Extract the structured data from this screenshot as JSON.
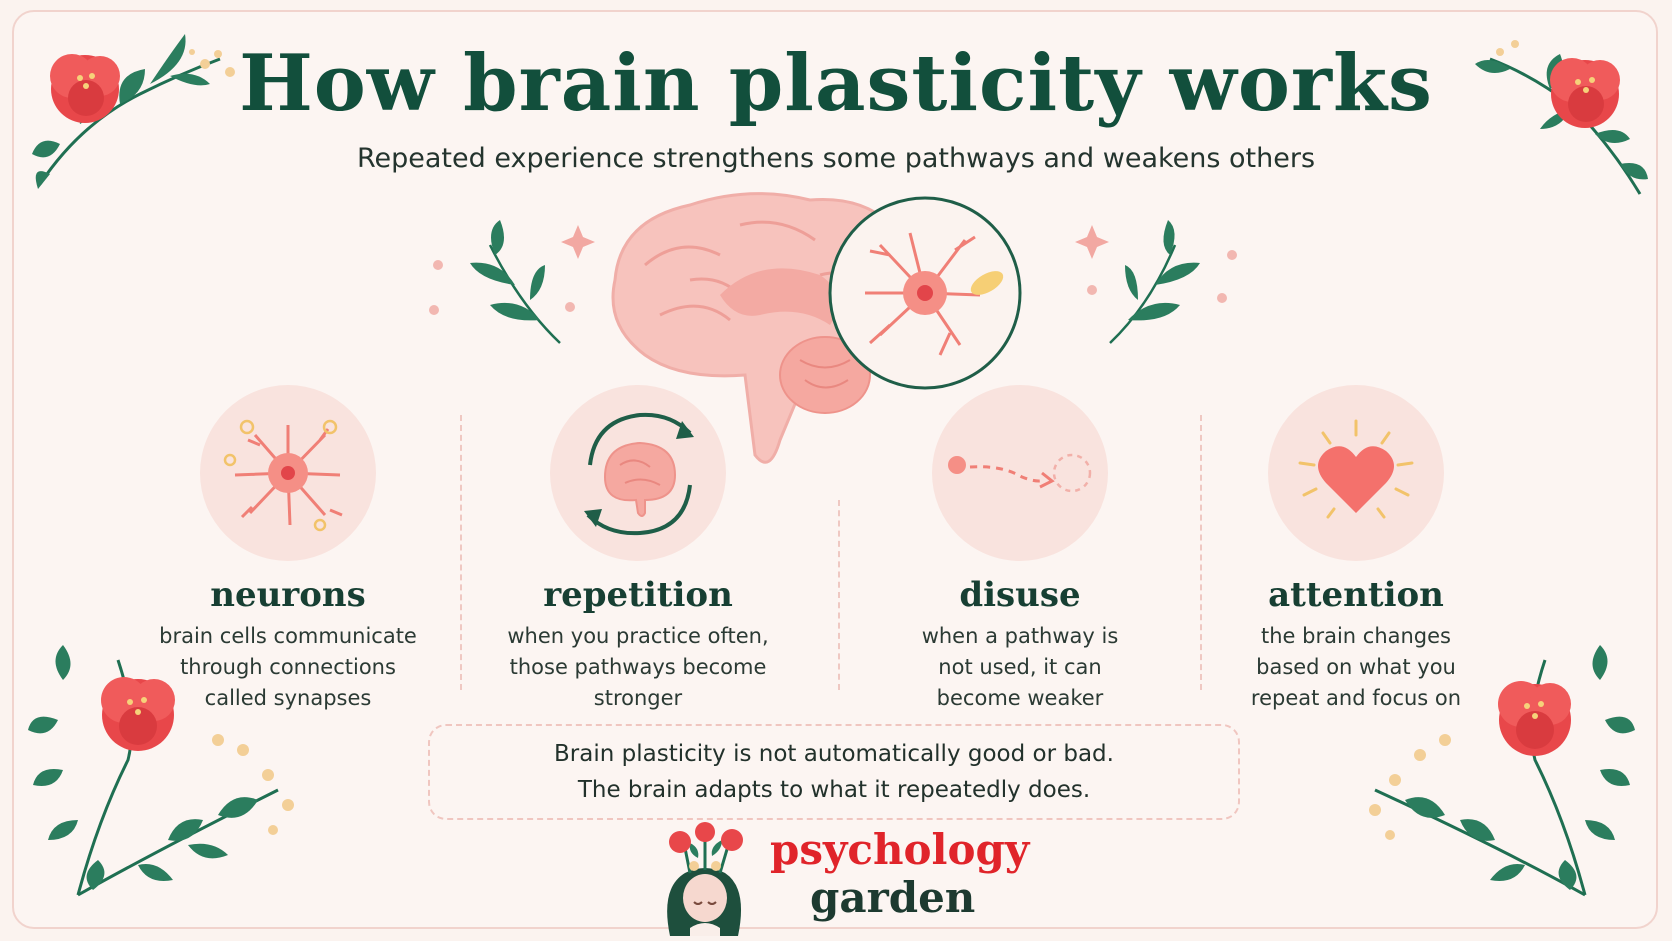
{
  "header": {
    "title": "How brain plasticity works",
    "subtitle": "Repeated experience strengthens some pathways and weakens others"
  },
  "columns": [
    {
      "title": "neurons",
      "lines": [
        "brain cells communicate",
        "through connections",
        "called synapses"
      ],
      "icon": "neuron-icon"
    },
    {
      "title": "repetition",
      "lines": [
        "when you practice often,",
        "those pathways become",
        "stronger"
      ],
      "icon": "cycle-brain-icon"
    },
    {
      "title": "disuse",
      "lines": [
        "when a pathway is",
        "not used, it can",
        "become weaker"
      ],
      "icon": "faded-path-icon"
    },
    {
      "title": "attention",
      "lines": [
        "the brain changes",
        "based on what you",
        "repeat and focus on"
      ],
      "icon": "heart-icon"
    }
  ],
  "note": {
    "line1": "Brain plasticity is not automatically good or bad.",
    "line2": "The brain adapts to what it repeatedly does."
  },
  "brand": {
    "line1": "psychology",
    "line2": "garden"
  },
  "colors": {
    "background": "#fcf5f2",
    "title": "#124f3c",
    "accent_red": "#e0242a",
    "leaf_green": "#1f7a5a",
    "pink": "#f5a8a0"
  }
}
